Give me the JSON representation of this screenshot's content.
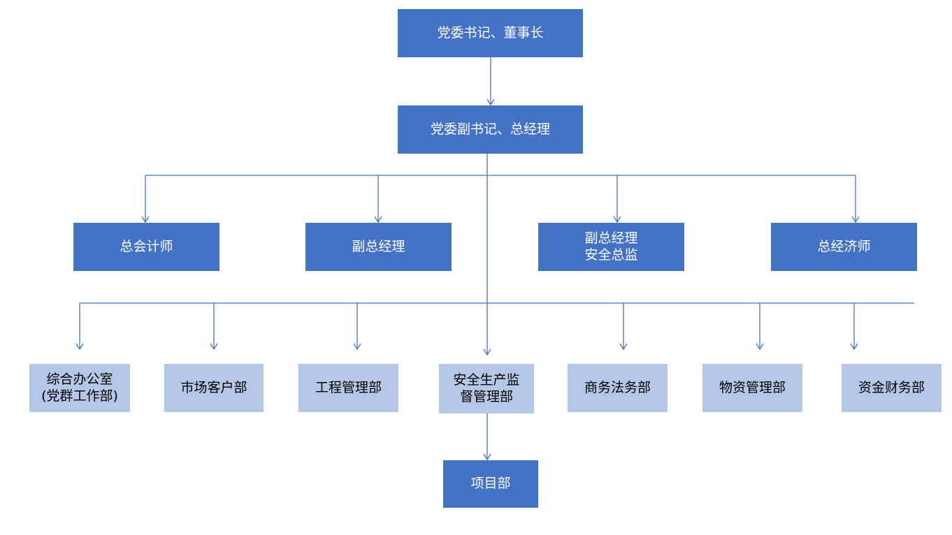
{
  "chairman": {
    "label": "党委书记、董事长"
  },
  "gm": {
    "label": "党委副书记、总经理"
  },
  "executives": [
    {
      "label": "总会计师"
    },
    {
      "label": "副总经理"
    },
    {
      "label": "副总经理\n安全总监"
    },
    {
      "label": "总经济师"
    }
  ],
  "departments": [
    {
      "label": "综合办公室\n(党群工作部)"
    },
    {
      "label": "市场客户部"
    },
    {
      "label": "工程管理部"
    },
    {
      "label": "安全生产监\n督管理部"
    },
    {
      "label": "商务法务部"
    },
    {
      "label": "物资管理部"
    },
    {
      "label": "资金财务部"
    }
  ],
  "project": {
    "label": "项目部"
  },
  "colors": {
    "executive_fill": "#4472c4",
    "department_fill": "#b4c7e7",
    "connector": "#4472c4"
  }
}
